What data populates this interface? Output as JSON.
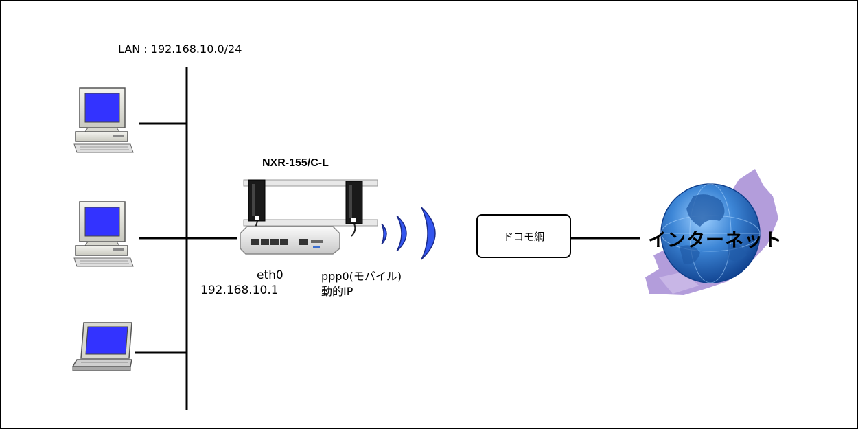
{
  "diagram": {
    "lan_label": "LAN : 192.168.10.0/24",
    "router": {
      "title": "NXR-155/C-L",
      "eth0_name": "eth0",
      "eth0_ip": "192.168.10.1",
      "ppp0_name": "ppp0(モバイル)",
      "ppp0_ip": "動的IP"
    },
    "carrier": "ドコモ網",
    "internet": "インターネット"
  },
  "icons": [
    "desktop-pc-icon",
    "desktop-pc-icon",
    "laptop-icon",
    "router-icon",
    "wireless-signal-icon",
    "globe-icon"
  ],
  "colors": {
    "screen": "#3333ff",
    "signal": "#3355ee",
    "cloud": "#b39ddb",
    "globe": "#2a6fc0",
    "frame": "#000000"
  }
}
